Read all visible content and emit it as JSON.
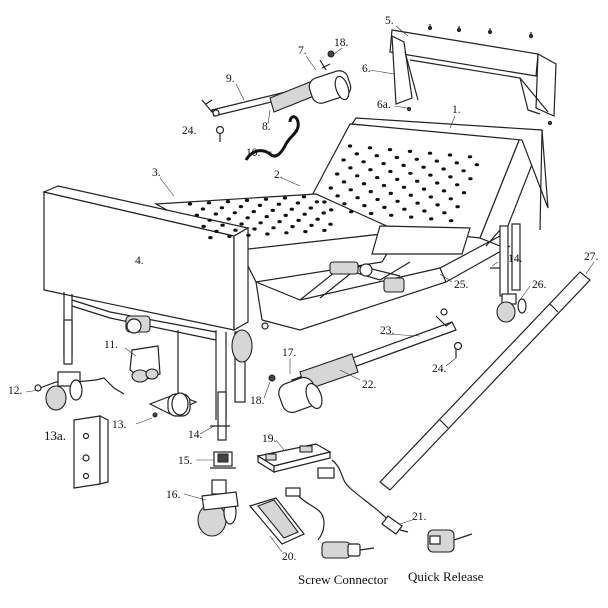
{
  "labels": {
    "p1": "1.",
    "p2": "2.",
    "p3": "3.",
    "p4": "4.",
    "p5": "5.",
    "p6": "6.",
    "p6a": "6a.",
    "p7": "7.",
    "p8": "8.",
    "p9": "9.",
    "p10": "10.",
    "p11": "11.",
    "p12": "12.",
    "p13": "13.",
    "p13a": "13a.",
    "p14a": "14.",
    "p14b": "14.",
    "p15": "15.",
    "p16": "16.",
    "p17": "17.",
    "p18a": "18.",
    "p18b": "18.",
    "p19": "19.",
    "p20": "20.",
    "p21": "21.",
    "p22": "22.",
    "p23": "23.",
    "p24a": "24.",
    "p24b": "24.",
    "p25": "25.",
    "p26": "26.",
    "p27": "27."
  },
  "captions": {
    "screw_connector": "Screw Connector",
    "quick_release": "Quick Release"
  }
}
